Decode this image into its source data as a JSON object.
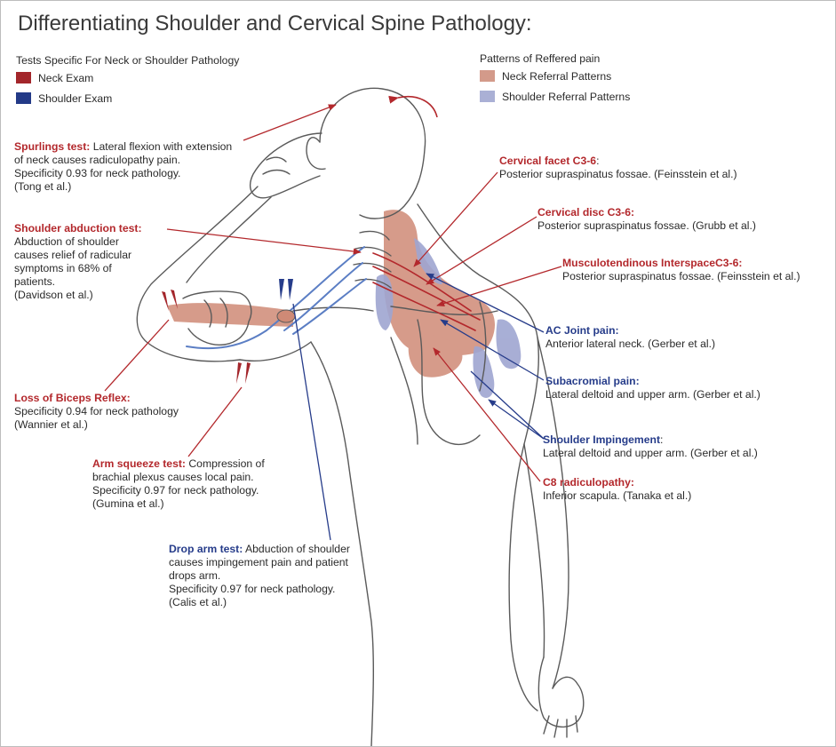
{
  "title": "Differentiating Shoulder and Cervical Spine Pathology:",
  "legend_tests": {
    "heading": "Tests Specific For Neck or Shoulder Pathology",
    "items": [
      {
        "label": "Neck Exam",
        "color": "#a3262b"
      },
      {
        "label": "Shoulder Exam",
        "color": "#233a87"
      }
    ]
  },
  "legend_patterns": {
    "heading": "Patterns of Reffered pain",
    "items": [
      {
        "label": "Neck Referral Patterns",
        "color": "#d39a8a"
      },
      {
        "label": "Shoulder Referral Patterns",
        "color": "#aab0d5"
      }
    ]
  },
  "colors": {
    "neck": "#b3282c",
    "shoulder": "#263c8a",
    "neck_fill": "#cf8a76",
    "shoulder_fill": "#9fa6d1",
    "outline": "#5a5a5a"
  },
  "tests": {
    "spurlings": {
      "head": "Spurlings test:",
      "l1": " Lateral flexion with extension",
      "l2": "of neck causes radiculopathy pain.",
      "l3": "Specificity 0.93 for neck pathology.",
      "l4": " (Tong et al.)"
    },
    "abduction": {
      "head": "Shoulder abduction test:",
      "l1": "Abduction of shoulder",
      "l2": "causes relief of radicular",
      "l3": "symptoms in 68% of",
      "l4": "patients.",
      "l5": " (Davidson et al.)"
    },
    "biceps": {
      "head": "Loss of Biceps Reflex:",
      "l1": "Specificity 0.94 for neck pathology",
      "l2": " (Wannier et al.)"
    },
    "squeeze": {
      "head": "Arm squeeze test:",
      "l1": " Compression of",
      "l2": "brachial plexus causes local pain.",
      "l3": "Specificity 0.97 for neck pathology.",
      "l4": " (Gumina et al.)"
    },
    "droparm": {
      "head": "Drop arm test:",
      "l1": " Abduction of shoulder",
      "l2": "causes impingement pain and patient",
      "l3": "drops arm.",
      "l4": "Specificity 0.97 for neck pathology.",
      "l5": " (Calis et al.)"
    }
  },
  "patterns": {
    "facet": {
      "head": "Cervical facet C3-6",
      "colon": ":",
      "l1": "Posterior supraspinatus fossae. (Feinsstein et al.)"
    },
    "disc": {
      "head": "Cervical disc C3-6:",
      "l1": "Posterior supraspinatus fossae. (Grubb et al.)"
    },
    "musculo": {
      "head": "Musculotendinous InterspaceC3-6:",
      "l1": "Posterior supraspinatus fossae. (Feinsstein et al.)"
    },
    "acjoint": {
      "head": "AC Joint pain:",
      "l1": "Anterior lateral neck. (Gerber et al.)"
    },
    "subacromial": {
      "head": "Subacromial pain:",
      "l1": "Lateral deltoid and upper arm. (Gerber et al.)"
    },
    "impingement": {
      "head": "Shoulder Impingement",
      "colon": ":",
      "l1": "Lateral deltoid and upper arm. (Gerber et al.)"
    },
    "c8": {
      "head": "C8 radiculopathy:",
      "l1": "Inferior scapula. (Tanaka et al.)"
    }
  }
}
